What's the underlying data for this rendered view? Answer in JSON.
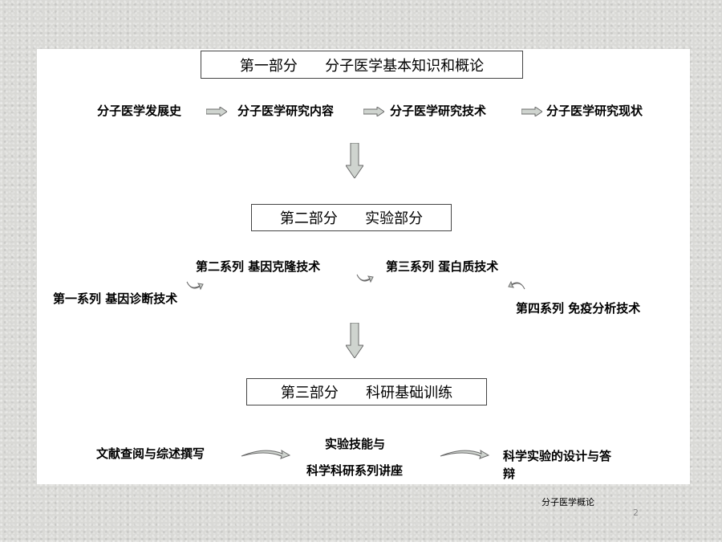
{
  "part1": {
    "title": "第一部分      分子医学基本知识和概论",
    "steps": [
      "分子医学发展史",
      "分子医学研究内容",
      "分子医学研究技术",
      "分子医学研究现状"
    ]
  },
  "part2": {
    "title": "第二部分      实验部分",
    "series": [
      "第一系列  基因诊断技术",
      "第二系列  基因克隆技术",
      "第三系列  蛋白质技术",
      "第四系列 免疫分析技术"
    ]
  },
  "part3": {
    "title": "第三部分      科研基础训练",
    "left": "文献查阅与综述撰写",
    "center_line1": "实验技能与",
    "center_line2": "科学科研系列讲座",
    "right_line1": "科学实验的设计与答",
    "right_line2": "辩"
  },
  "footer": {
    "text": "分子医学概论",
    "page": "2"
  },
  "colors": {
    "arrow_fill": "#cfd4cf",
    "arrow_stroke": "#6a6a6a",
    "slide_bg": "#ffffff"
  }
}
